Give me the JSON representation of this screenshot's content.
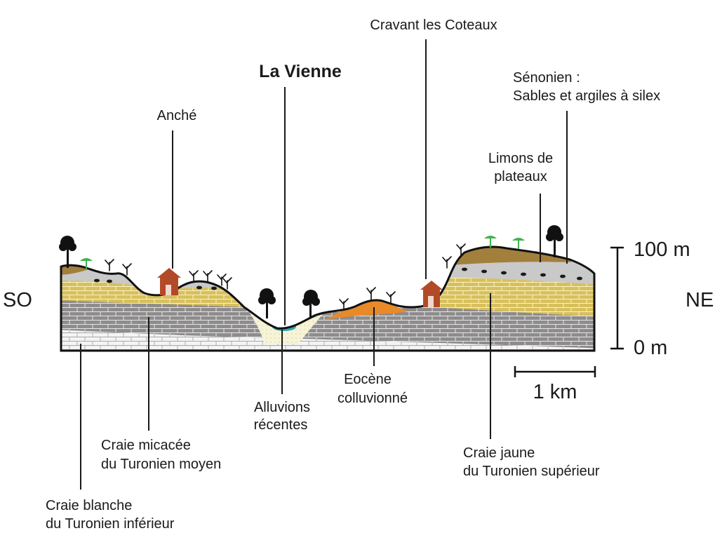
{
  "title": "La Vienne",
  "directions": {
    "left": "SO",
    "right": "NE"
  },
  "scale": {
    "top_label": "100 m",
    "bottom_label": "0 m",
    "distance_label": "1 km"
  },
  "places": {
    "anche": "Anché",
    "cravant": "Cravant les Coteaux"
  },
  "layers": {
    "senonien": [
      "Sénonien :",
      "Sables et argiles à silex"
    ],
    "limons": [
      "Limons de",
      "plateaux"
    ],
    "alluvions": [
      "Alluvions",
      "récentes"
    ],
    "eocene": [
      "Eocène",
      "colluvionné"
    ],
    "craie_micacee": [
      "Craie micacée",
      "du Turonien moyen"
    ],
    "craie_jaune": [
      "Craie jaune",
      "du Turonien supérieur"
    ],
    "craie_blanche": [
      "Craie blanche",
      "du Turonien inférieur"
    ]
  },
  "colors": {
    "craie_blanche": "#f4f4f4",
    "craie_micacee": "#8e8c8c",
    "craie_jaune": "#d7c05c",
    "senonien": "#c9c9c9",
    "limons": "#a27f3c",
    "eocene": "#e8892a",
    "alluvions": "#f7f3d6",
    "river": "#2fa6b2",
    "house": "#b34a27",
    "tree": "#111111",
    "sprout": "#3fb34b"
  }
}
